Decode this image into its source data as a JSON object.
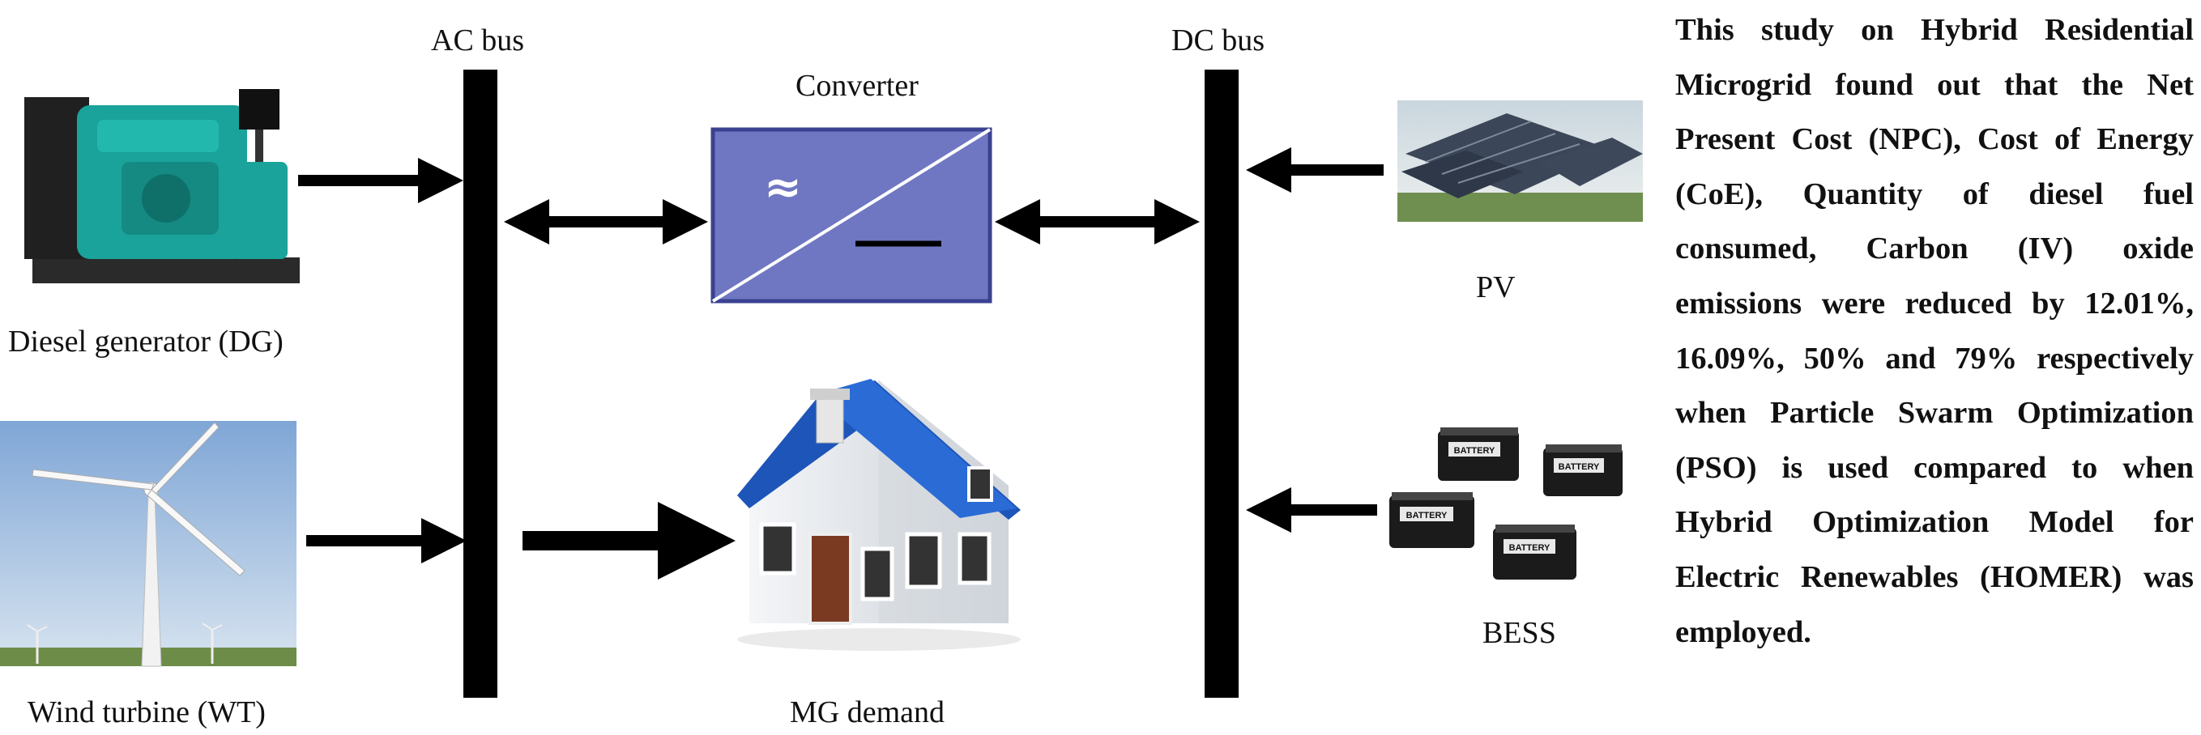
{
  "buses": {
    "ac_label": "AC bus",
    "dc_label": "DC bus"
  },
  "components": {
    "diesel_generator": "Diesel generator (DG)",
    "wind_turbine": "Wind turbine (WT)",
    "converter": "Converter",
    "converter_ac_symbol": "≈",
    "mg_demand": "MG demand",
    "pv": "PV",
    "bess": "BESS",
    "battery_text": "BATTERY"
  },
  "summary": "This study on Hybrid Residential Microgrid found out that the Net Present Cost (NPC), Cost of Energy (CoE), Quantity of diesel fuel consumed, Carbon (IV) oxide emissions were reduced by 12.01%, 16.09%, 50% and 79% respectively when Particle Swarm Optimization (PSO) is used compared to when Hybrid Optimization Model for Electric Renewables (HOMER) was employed.",
  "colors": {
    "bus": "#000000",
    "converter_fill": "#6f77c2",
    "converter_border": "#3a4290",
    "roof": "#1e55b8",
    "generator": "#1aa39a",
    "sky": "#a9c4e2"
  }
}
